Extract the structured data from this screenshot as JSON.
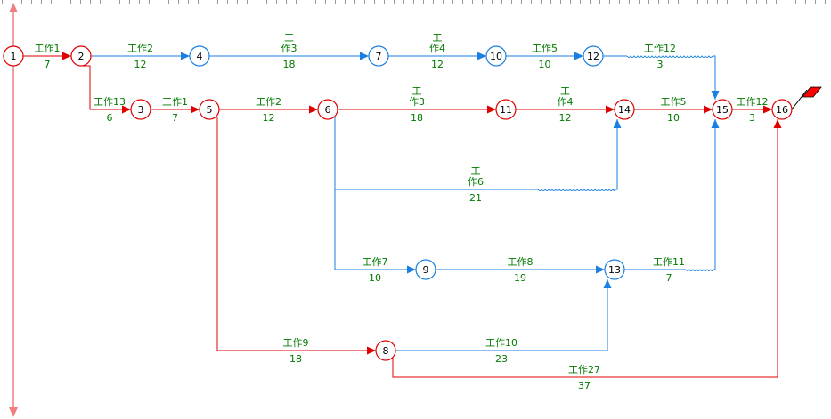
{
  "colors": {
    "critical": "#e00000",
    "normal": "#1a7fe0",
    "label": "#007a00",
    "node_text": "#000000",
    "axis": "#f08080",
    "ruler": "#9a9a9a",
    "flag": "#ff0000"
  },
  "nodes": [
    {
      "id": "1",
      "label": "1",
      "critical": true
    },
    {
      "id": "2",
      "label": "2",
      "critical": true
    },
    {
      "id": "3",
      "label": "3",
      "critical": true
    },
    {
      "id": "4",
      "label": "4",
      "critical": false
    },
    {
      "id": "5",
      "label": "5",
      "critical": true
    },
    {
      "id": "6",
      "label": "6",
      "critical": true
    },
    {
      "id": "7",
      "label": "7",
      "critical": false
    },
    {
      "id": "8",
      "label": "8",
      "critical": true
    },
    {
      "id": "9",
      "label": "9",
      "critical": false
    },
    {
      "id": "10",
      "label": "10",
      "critical": false
    },
    {
      "id": "11",
      "label": "11",
      "critical": true
    },
    {
      "id": "12",
      "label": "12",
      "critical": false
    },
    {
      "id": "13",
      "label": "13",
      "critical": false
    },
    {
      "id": "14",
      "label": "14",
      "critical": true
    },
    {
      "id": "15",
      "label": "15",
      "critical": true
    },
    {
      "id": "16",
      "label": "16",
      "critical": true
    }
  ],
  "activities": [
    {
      "from": "1",
      "to": "2",
      "name": [
        "工作1"
      ],
      "duration": "7",
      "critical": true
    },
    {
      "from": "2",
      "to": "4",
      "name": [
        "工作2"
      ],
      "duration": "12",
      "critical": false
    },
    {
      "from": "4",
      "to": "7",
      "name": [
        "工",
        "作3"
      ],
      "duration": "18",
      "critical": false
    },
    {
      "from": "7",
      "to": "10",
      "name": [
        "工",
        "作4"
      ],
      "duration": "12",
      "critical": false
    },
    {
      "from": "10",
      "to": "12",
      "name": [
        "工作5"
      ],
      "duration": "10",
      "critical": false
    },
    {
      "from": "12",
      "to": "15",
      "name": [
        "工作12"
      ],
      "duration": "3",
      "critical": false
    },
    {
      "from": "2",
      "to": "3",
      "name": [
        "工作13"
      ],
      "duration": "6",
      "critical": true
    },
    {
      "from": "3",
      "to": "5",
      "name": [
        "工作1"
      ],
      "duration": "7",
      "critical": true
    },
    {
      "from": "5",
      "to": "6",
      "name": [
        "工作2"
      ],
      "duration": "12",
      "critical": true
    },
    {
      "from": "6",
      "to": "11",
      "name": [
        "工",
        "作3"
      ],
      "duration": "18",
      "critical": true
    },
    {
      "from": "11",
      "to": "14",
      "name": [
        "工",
        "作4"
      ],
      "duration": "12",
      "critical": true
    },
    {
      "from": "14",
      "to": "15",
      "name": [
        "工作5"
      ],
      "duration": "10",
      "critical": true
    },
    {
      "from": "15",
      "to": "16",
      "name": [
        "工作12"
      ],
      "duration": "3",
      "critical": true
    },
    {
      "from": "6",
      "to": "14",
      "name": [
        "工",
        "作6"
      ],
      "duration": "21",
      "critical": false
    },
    {
      "from": "6",
      "to": "9",
      "name": [
        "工作7"
      ],
      "duration": "10",
      "critical": false
    },
    {
      "from": "9",
      "to": "13",
      "name": [
        "工作8"
      ],
      "duration": "19",
      "critical": false
    },
    {
      "from": "13",
      "to": "15",
      "name": [
        "工作11"
      ],
      "duration": "7",
      "critical": false
    },
    {
      "from": "5",
      "to": "8",
      "name": [
        "工作9"
      ],
      "duration": "18",
      "critical": true
    },
    {
      "from": "8",
      "to": "13",
      "name": [
        "工作10"
      ],
      "duration": "23",
      "critical": false
    },
    {
      "from": "8",
      "to": "16",
      "name": [
        "工作27"
      ],
      "duration": "37",
      "critical": true
    }
  ]
}
